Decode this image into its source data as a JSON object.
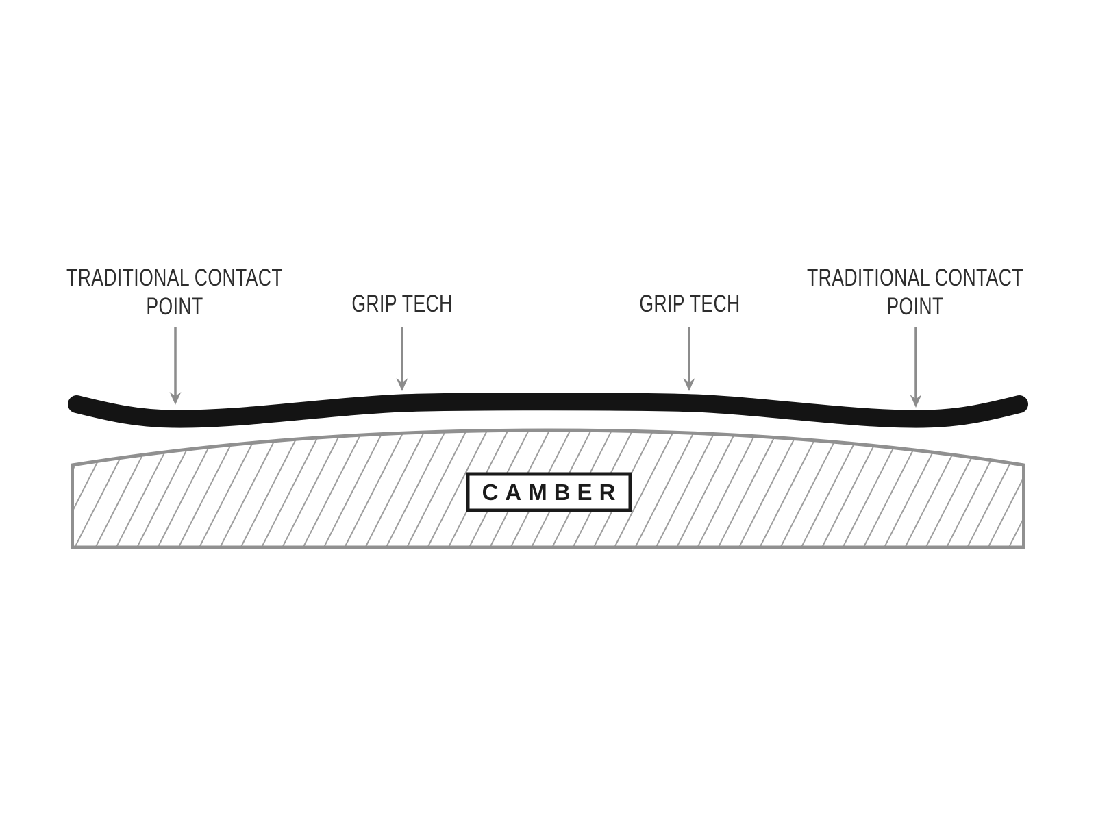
{
  "diagram": {
    "name": "snowboard-camber-profile-diagram",
    "labels": {
      "traditional_contact_left": {
        "line1": "TRADITIONAL CONTACT",
        "line2": "POINT"
      },
      "grip_tech_left": "GRIP TECH",
      "grip_tech_right": "GRIP TECH",
      "traditional_contact_right": {
        "line1": "TRADITIONAL CONTACT",
        "line2": "POINT"
      },
      "camber_badge": "CAMBER"
    },
    "colors": {
      "board": "#141414",
      "hatch_lines": "#9e9e9e",
      "shape_outline": "#909090",
      "arrow": "#8c8c8c",
      "label_text": "#2d2d2d",
      "badge_border": "#1a1a1a",
      "background": "#ffffff"
    }
  }
}
